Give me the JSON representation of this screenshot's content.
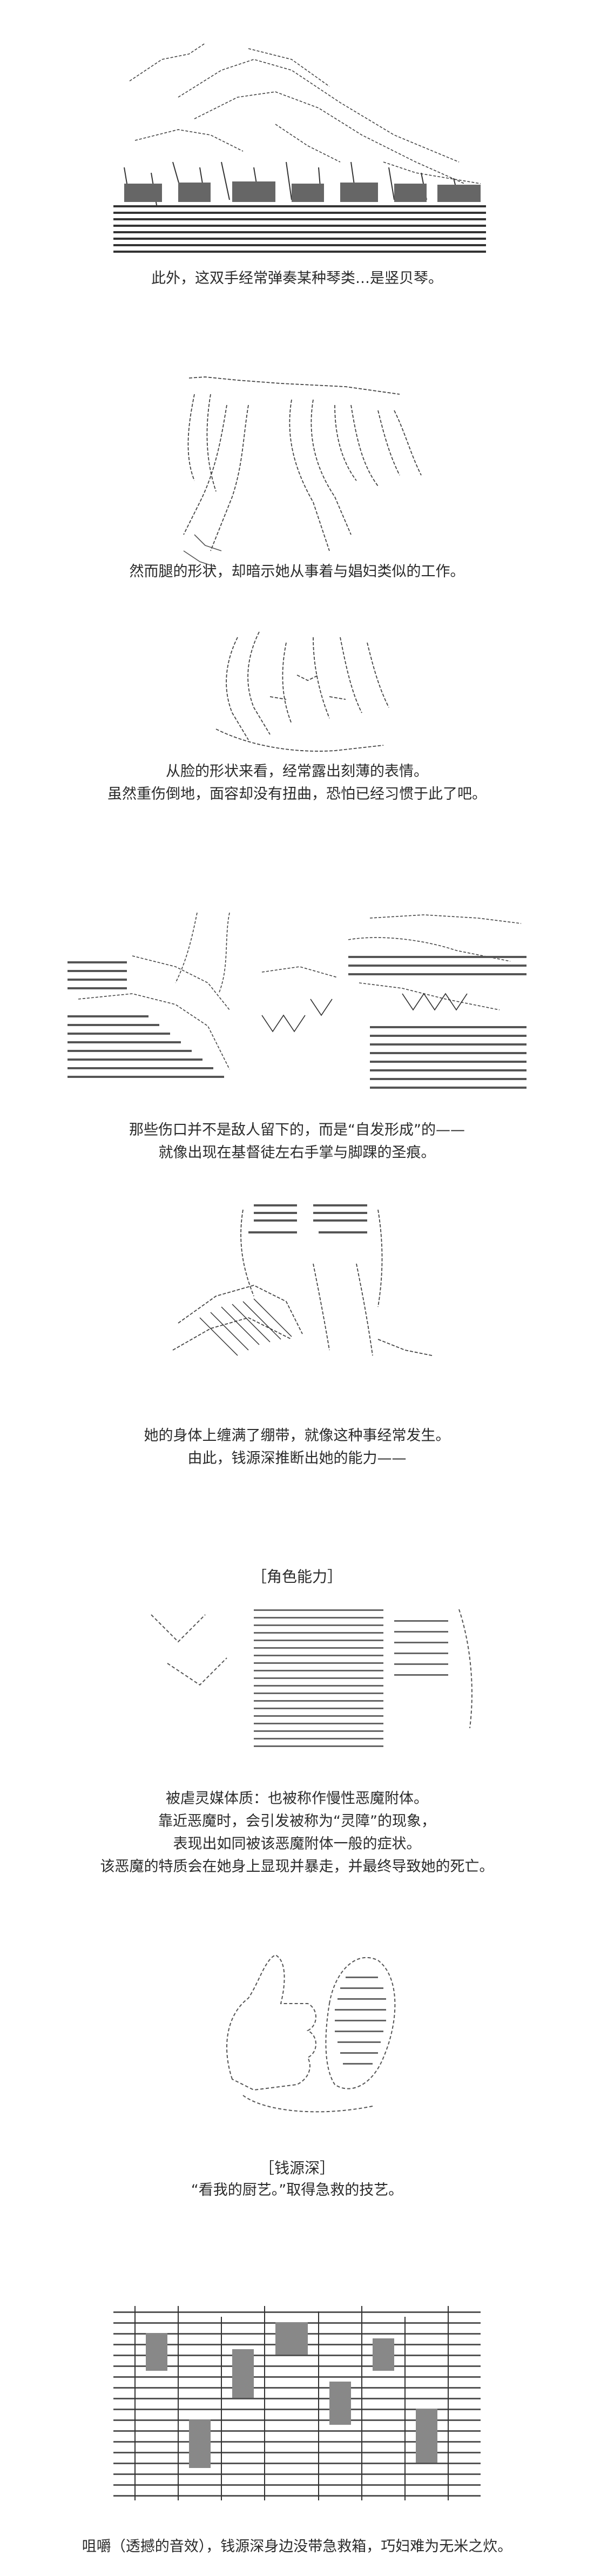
{
  "captions": {
    "p1": [
      "此外，这双手经常弹奏某种琴类…是竖贝琴。"
    ],
    "p2": [
      "然而腿的形状，却暗示她从事着与娼妇类似的工作。"
    ],
    "p3": [
      "从脸的形状来看，经常露出刻薄的表情。",
      "虽然重伤倒地，面容却没有扭曲，恐怕已经习惯于此了吧。"
    ],
    "p4": [
      "那些伤口并不是敌人留下的，而是“自发形成”的——",
      "就像出现在基督徒左右手掌与脚踝的圣痕。"
    ],
    "p5": [
      "她的身体上缠满了绷带，就像这种事经常发生。",
      "由此，钱源深推断出她的能力——"
    ],
    "p6_label": "［角色能力］",
    "p6": [
      "被虐灵媒体质：也被称作慢性恶魔附体。",
      "靠近恶魔时，会引发被称为“灵障”的现象，",
      "表现出如同被该恶魔附体一般的症状。",
      "该恶魔的特质会在她身上显现并暴走，并最终导致她的死亡。"
    ],
    "p7_label": "［钱源深］",
    "p7": [
      "“看我的厨艺。”取得急救的技艺。"
    ],
    "p8": [
      "咀嚼（透撼的音效），钱源深身边没带急救箱，巧妇难为无米之炊。"
    ]
  }
}
